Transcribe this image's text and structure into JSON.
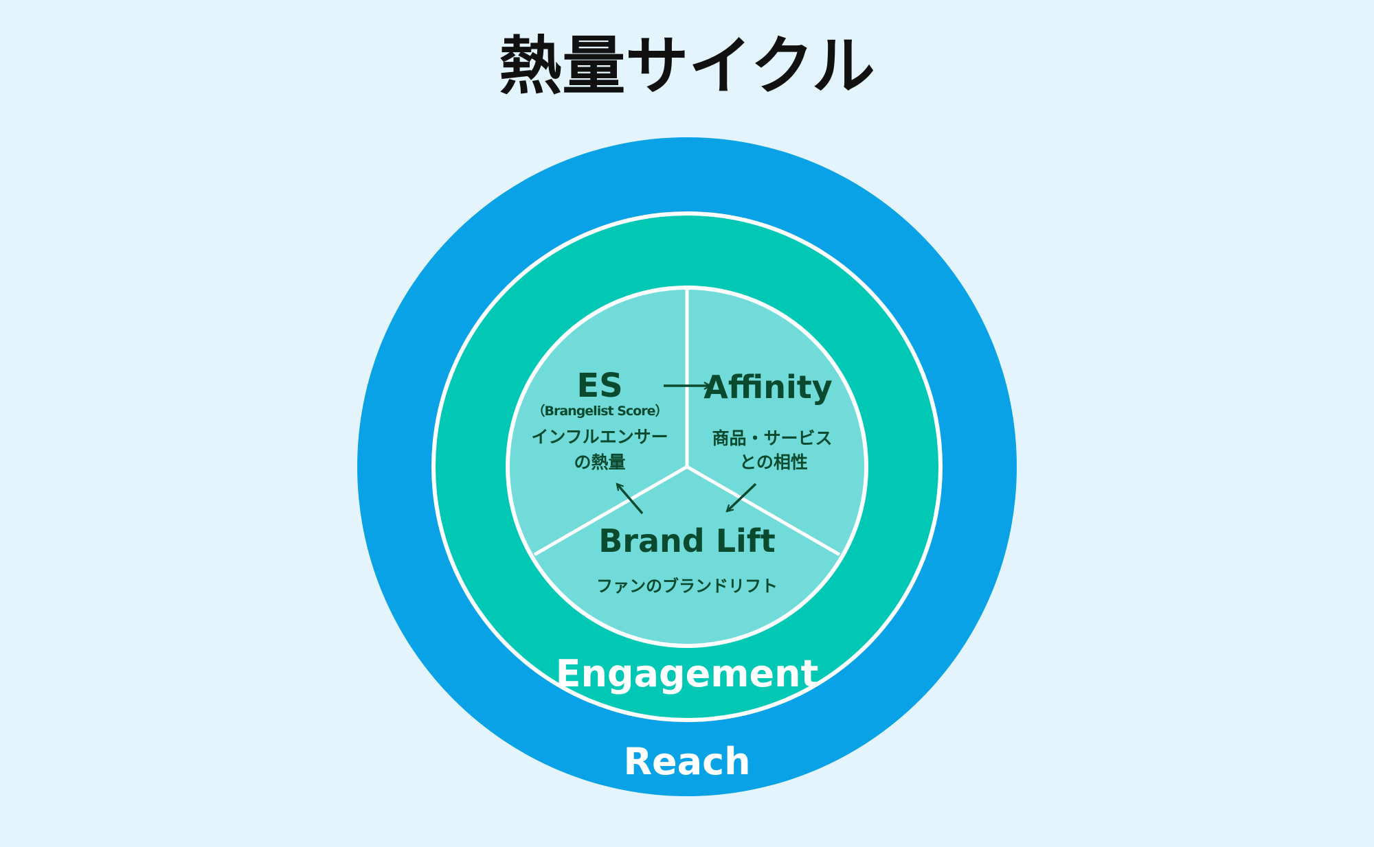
{
  "title": "熱量サイクル",
  "colors": {
    "background": "#e4f4fc",
    "reach": "#0aa2e6",
    "engagement": "#00c8b4",
    "core": "#70dbd9",
    "divider": "#ffffff",
    "core_text": "#0a4a2e",
    "ring_text": "#ffffff",
    "title_text": "#111111"
  },
  "rings": {
    "reach_label": "Reach",
    "engagement_label": "Engagement"
  },
  "segments": {
    "es": {
      "title": "ES",
      "subtitle": "（Brangelist Score）",
      "desc_line1": "インフルエンサー",
      "desc_line2": "の熱量"
    },
    "affinity": {
      "title": "Affinity",
      "desc_line1": "商品・サービス",
      "desc_line2": "との相性"
    },
    "brand_lift": {
      "title": "Brand Lift",
      "desc_line1": "ファンのブランドリフト"
    }
  },
  "cycle_arrows": [
    "es-to-affinity-arrow",
    "affinity-to-brand-lift-arrow",
    "brand-lift-to-es-arrow"
  ]
}
